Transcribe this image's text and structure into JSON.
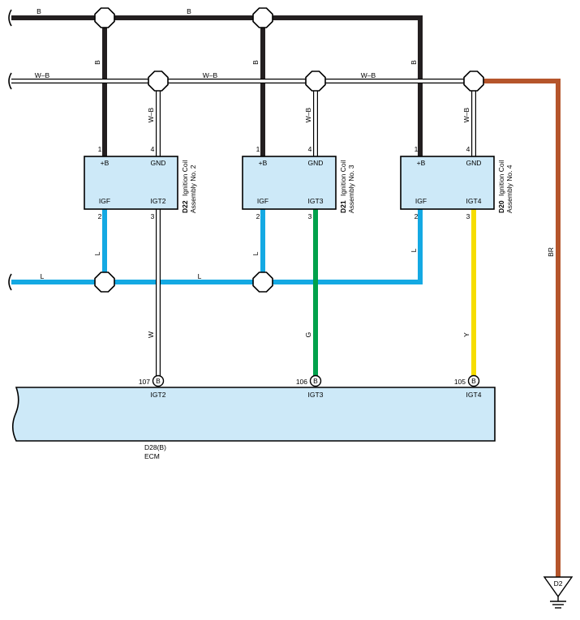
{
  "colors": {
    "B": "#231f20",
    "W": "#ffffff",
    "L": "#14a9e3",
    "G": "#00a14b",
    "Y": "#f6dd00",
    "BR": "#b5552b",
    "box_fill": "#cde9f8"
  },
  "wire_labels": {
    "top_b_1": "B",
    "top_b_2": "B",
    "drop_b_1": "B",
    "drop_b_2": "B",
    "drop_b_3": "B",
    "wb_1": "W–B",
    "wb_2": "W–B",
    "wb_3": "W–B",
    "drop_wb_1": "W–B",
    "drop_wb_2": "W–B",
    "drop_wb_3": "W–B",
    "l_1": "L",
    "l_2": "L",
    "drop_l_1": "L",
    "drop_l_2": "L",
    "drop_l_3": "L",
    "w": "W",
    "g": "G",
    "y": "Y",
    "br": "BR"
  },
  "coils": [
    {
      "code": "D22",
      "name_line1": "Ignition Coil",
      "name_line2": "Assembly No. 2",
      "pin1": "1",
      "pin1_label": "+B",
      "pin4": "4",
      "pin4_label": "GND",
      "pin2": "2",
      "pin2_label": "IGF",
      "pin3": "3",
      "pin3_label": "IGT2"
    },
    {
      "code": "D21",
      "name_line1": "Ignition Coil",
      "name_line2": "Assembly No. 3",
      "pin1": "1",
      "pin1_label": "+B",
      "pin4": "4",
      "pin4_label": "GND",
      "pin2": "2",
      "pin2_label": "IGF",
      "pin3": "3",
      "pin3_label": "IGT3"
    },
    {
      "code": "D20",
      "name_line1": "Ignition Coil",
      "name_line2": "Assembly No. 4",
      "pin1": "1",
      "pin1_label": "+B",
      "pin4": "4",
      "pin4_label": "GND",
      "pin2": "2",
      "pin2_label": "IGF",
      "pin3": "3",
      "pin3_label": "IGT4"
    }
  ],
  "ecm": {
    "code": "D28(B)",
    "name": "ECM",
    "terminals": [
      {
        "pin": "107",
        "connector": "B",
        "label": "IGT2"
      },
      {
        "pin": "106",
        "connector": "B",
        "label": "IGT3"
      },
      {
        "pin": "105",
        "connector": "B",
        "label": "IGT4"
      }
    ]
  },
  "ground": {
    "label": "D2"
  }
}
